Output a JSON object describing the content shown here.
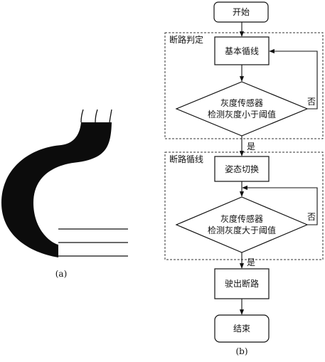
{
  "figure_a": {
    "caption": "(a)"
  },
  "figure_b": {
    "caption": "(b)",
    "nodes": {
      "start": "开始",
      "basic_follow": "基本循线",
      "decision1_line1": "灰度传感器",
      "decision1_line2": "检测灰度小于阈值",
      "posture_switch": "姿态切换",
      "decision2_line1": "灰度传感器",
      "decision2_line2": "检测灰度大于阈值",
      "exit_break": "驶出断路",
      "end": "结束"
    },
    "groups": {
      "judge": "断路判定",
      "follow": "断路循线"
    },
    "branch_labels": {
      "no1": "否",
      "yes1": "是",
      "no2": "否",
      "yes2": "是"
    }
  }
}
